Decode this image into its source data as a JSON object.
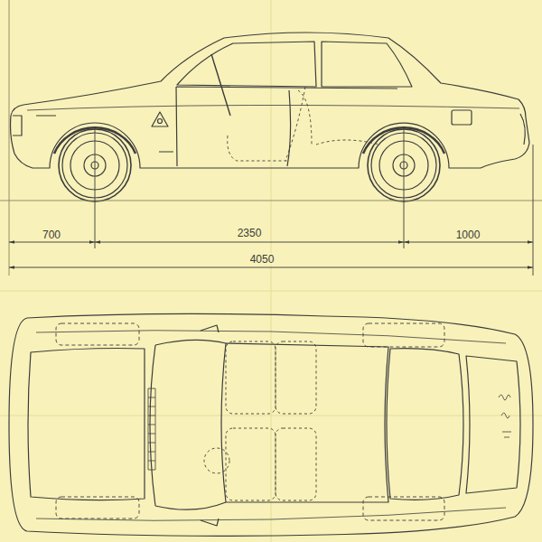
{
  "diagram": {
    "labels": [
      "700",
      "2350",
      "1000",
      "4050"
    ]
  }
}
